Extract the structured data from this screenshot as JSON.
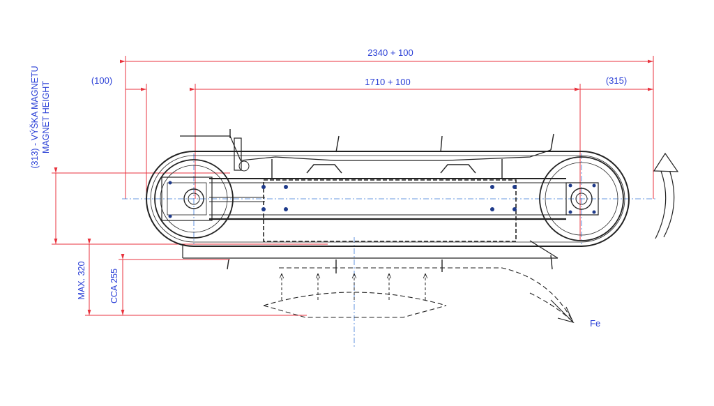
{
  "dimensions": {
    "overall_length": "2340 + 100",
    "roller_center_distance": "1710 + 100",
    "left_offset": "(100)",
    "right_offset": "(315)",
    "magnet_height_cz": "(313) - VÝŠKA MAGNETU",
    "magnet_height_en": "MAGNET HEIGHT",
    "max_distance": "MAX. 320",
    "approx_distance": "CCA 255"
  },
  "labels": {
    "iron_output": "Fe"
  },
  "colors": {
    "dimension": "#e8323c",
    "dimension_text": "#2a3fd6",
    "drawing": "#222222",
    "centerline": "#3a78d8"
  }
}
